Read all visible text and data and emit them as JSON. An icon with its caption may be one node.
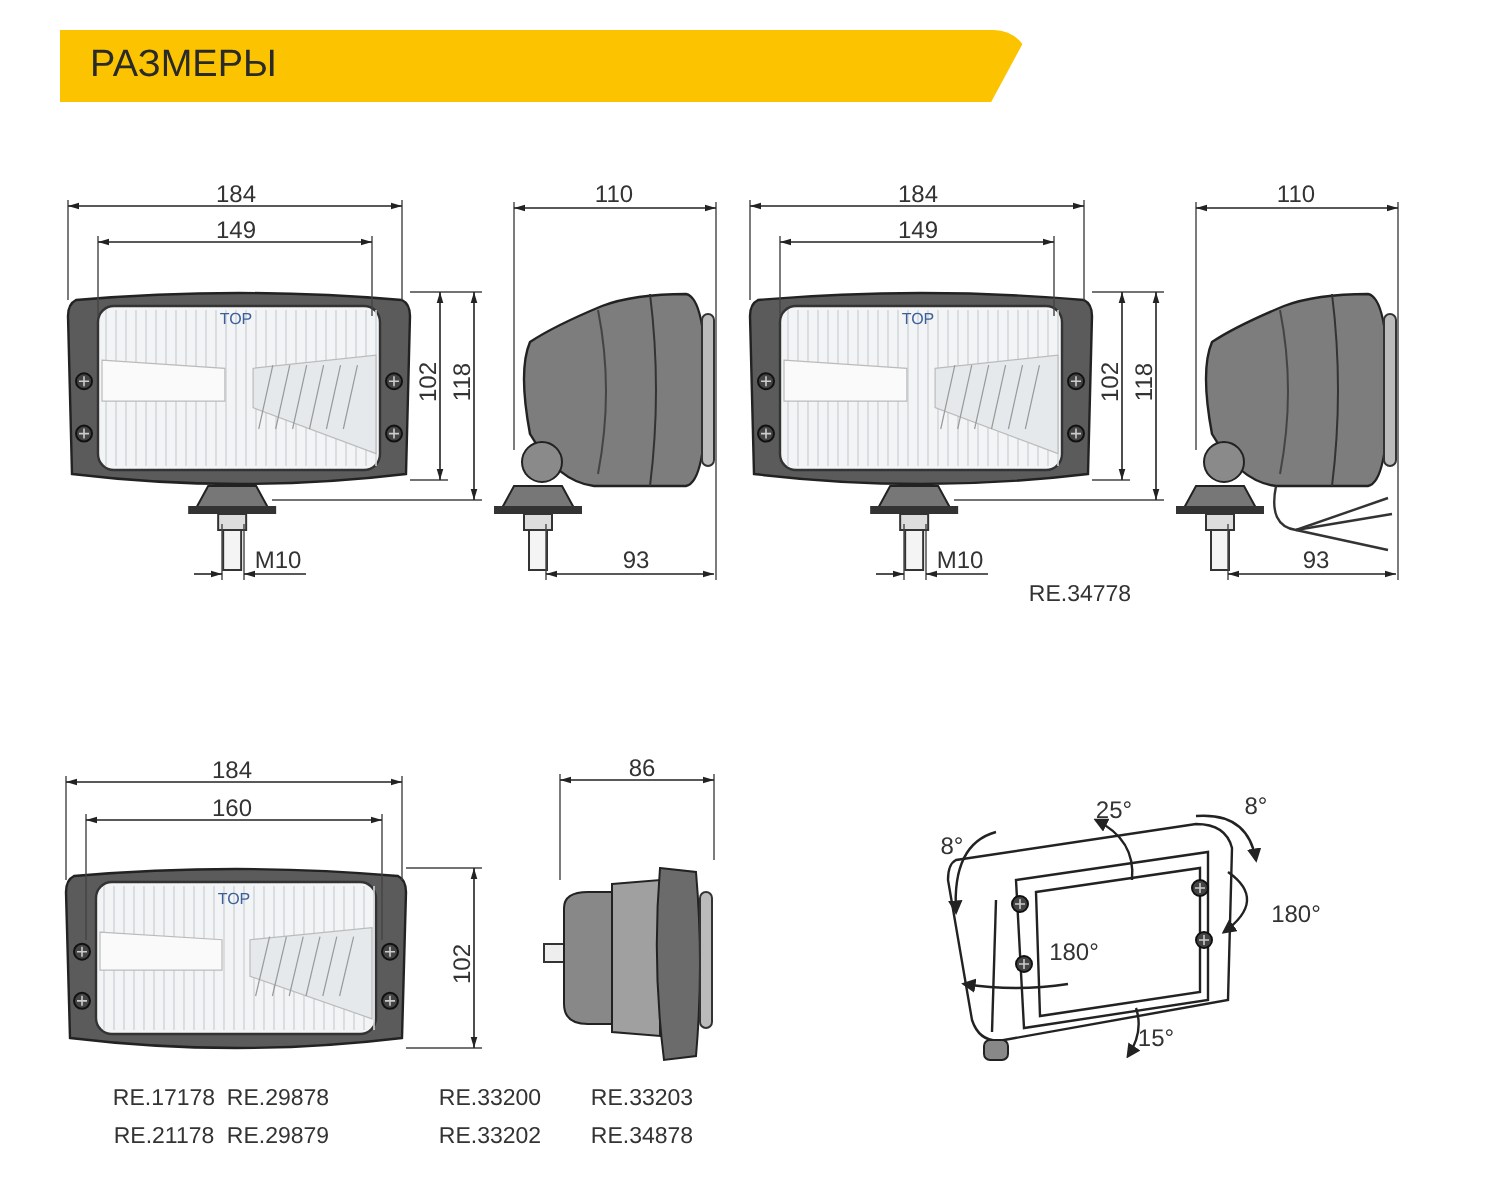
{
  "diagram": {
    "title": "РАЗМЕРЫ",
    "labels": [
      "184",
      "149",
      "110",
      "184",
      "149",
      "110",
      "TOP",
      "TOP",
      "102",
      "118",
      "102",
      "118",
      "M10",
      "93",
      "M10",
      "93",
      "RE.34778",
      "184",
      "160",
      "86",
      "8°",
      "25°",
      "8°",
      "TOP",
      "102",
      "180°",
      "180°",
      "15°",
      "RE.17178",
      "RE.29878",
      "RE.33200",
      "RE.33203",
      "RE.21178",
      "RE.29879",
      "RE.33202",
      "RE.34878"
    ]
  }
}
